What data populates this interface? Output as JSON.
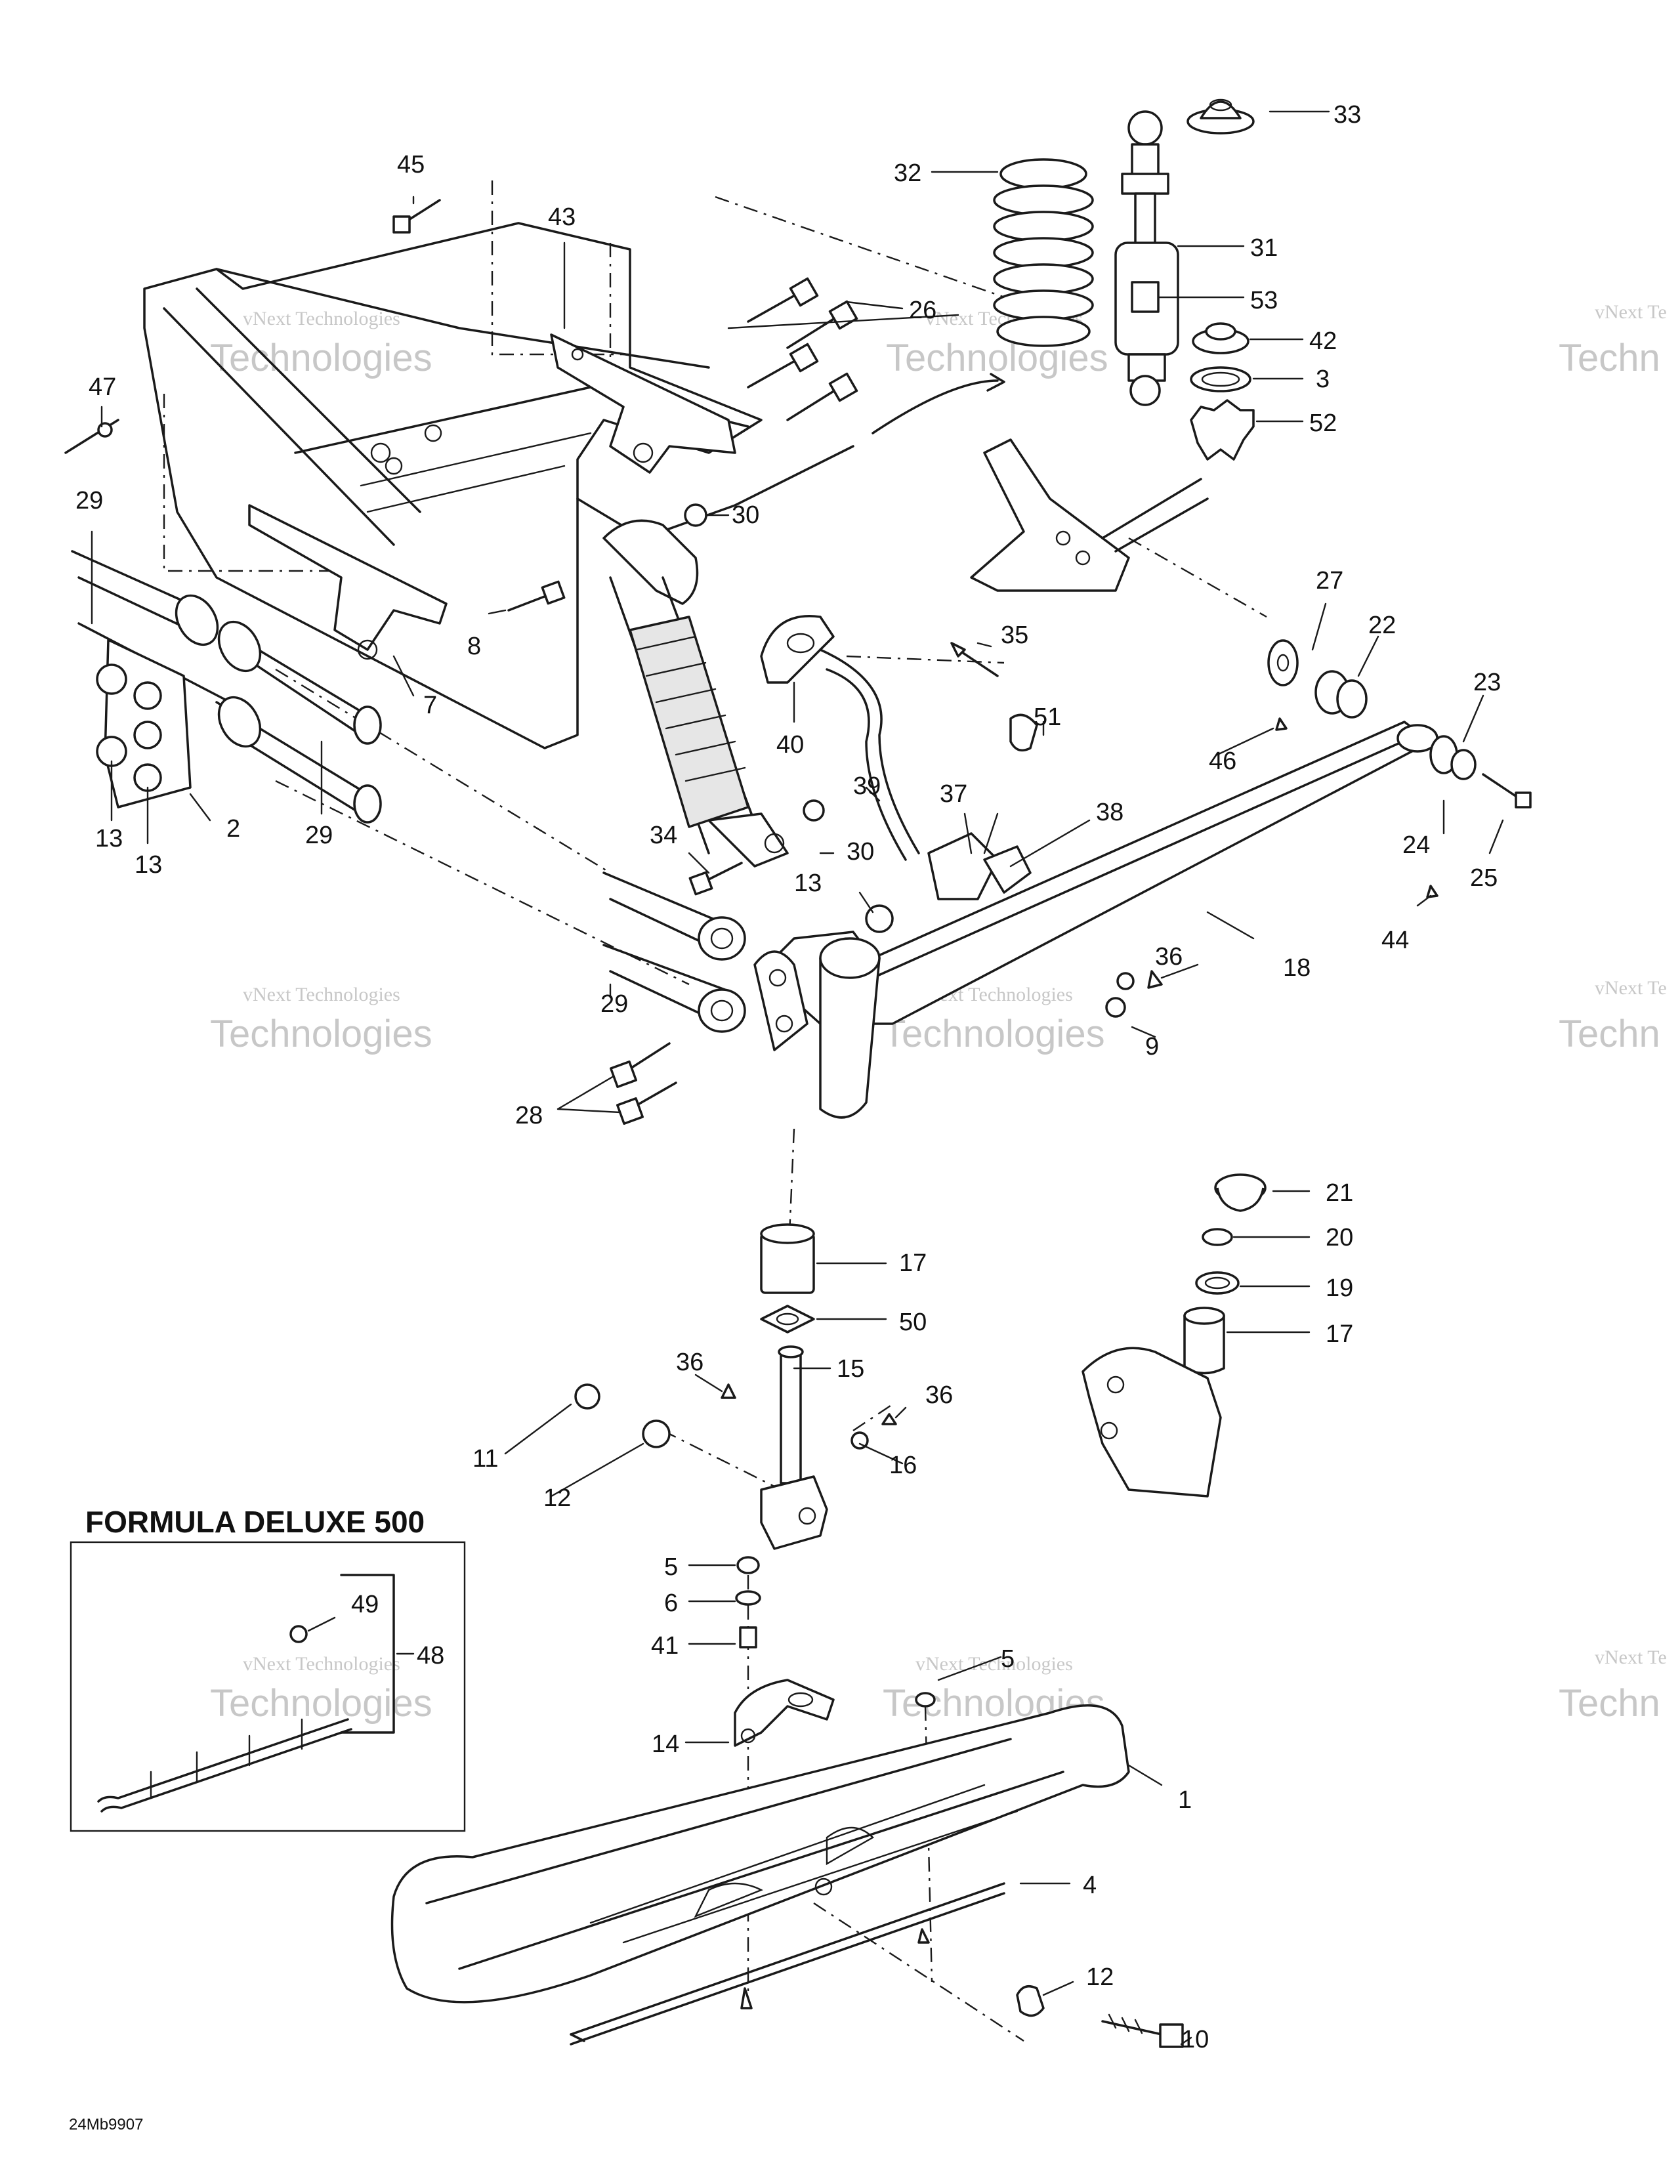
{
  "callouts": [
    {
      "id": "c45",
      "label": "45"
    },
    {
      "id": "c43",
      "label": "43"
    },
    {
      "id": "c26",
      "label": "26"
    },
    {
      "id": "c32",
      "label": "32"
    },
    {
      "id": "c33",
      "label": "33"
    },
    {
      "id": "c31",
      "label": "31"
    },
    {
      "id": "c53",
      "label": "53"
    },
    {
      "id": "c42",
      "label": "42"
    },
    {
      "id": "c3",
      "label": "3"
    },
    {
      "id": "c52",
      "label": "52"
    },
    {
      "id": "c47",
      "label": "47"
    },
    {
      "id": "c29a",
      "label": "29"
    },
    {
      "id": "c30a",
      "label": "30"
    },
    {
      "id": "c8",
      "label": "8"
    },
    {
      "id": "c7",
      "label": "7"
    },
    {
      "id": "c27",
      "label": "27"
    },
    {
      "id": "c22",
      "label": "22"
    },
    {
      "id": "c23",
      "label": "23"
    },
    {
      "id": "c35",
      "label": "35"
    },
    {
      "id": "c40",
      "label": "40"
    },
    {
      "id": "c51",
      "label": "51"
    },
    {
      "id": "c46",
      "label": "46"
    },
    {
      "id": "c13a",
      "label": "13"
    },
    {
      "id": "c13b",
      "label": "13"
    },
    {
      "id": "c2",
      "label": "2"
    },
    {
      "id": "c29b",
      "label": "29"
    },
    {
      "id": "c39",
      "label": "39"
    },
    {
      "id": "c37",
      "label": "37"
    },
    {
      "id": "c38",
      "label": "38"
    },
    {
      "id": "c24",
      "label": "24"
    },
    {
      "id": "c25",
      "label": "25"
    },
    {
      "id": "c34",
      "label": "34"
    },
    {
      "id": "c30b",
      "label": "30"
    },
    {
      "id": "c13c",
      "label": "13"
    },
    {
      "id": "c44",
      "label": "44"
    },
    {
      "id": "c36a",
      "label": "36"
    },
    {
      "id": "c18",
      "label": "18"
    },
    {
      "id": "c29c",
      "label": "29"
    },
    {
      "id": "c9",
      "label": "9"
    },
    {
      "id": "c28",
      "label": "28"
    },
    {
      "id": "c21",
      "label": "21"
    },
    {
      "id": "c20",
      "label": "20"
    },
    {
      "id": "c19",
      "label": "19"
    },
    {
      "id": "c17a",
      "label": "17"
    },
    {
      "id": "c17b",
      "label": "17"
    },
    {
      "id": "c50",
      "label": "50"
    },
    {
      "id": "c36b",
      "label": "36"
    },
    {
      "id": "c15",
      "label": "15"
    },
    {
      "id": "c36c",
      "label": "36"
    },
    {
      "id": "c11",
      "label": "11"
    },
    {
      "id": "c16",
      "label": "16"
    },
    {
      "id": "c12a",
      "label": "12"
    },
    {
      "id": "c5a",
      "label": "5"
    },
    {
      "id": "c6",
      "label": "6"
    },
    {
      "id": "c41",
      "label": "41"
    },
    {
      "id": "c5b",
      "label": "5"
    },
    {
      "id": "c14",
      "label": "14"
    },
    {
      "id": "c1",
      "label": "1"
    },
    {
      "id": "c4",
      "label": "4"
    },
    {
      "id": "c12b",
      "label": "12"
    },
    {
      "id": "c10",
      "label": "10"
    },
    {
      "id": "c49",
      "label": "49"
    },
    {
      "id": "c48",
      "label": "48"
    }
  ],
  "inset": {
    "title": "FORMULA DELUXE 500"
  },
  "drawing_code": "24Mb9907",
  "watermark": {
    "small": "vNext Technologies",
    "large": "Technologies",
    "partial": "vNext Te",
    "partial_large": "Techn"
  }
}
